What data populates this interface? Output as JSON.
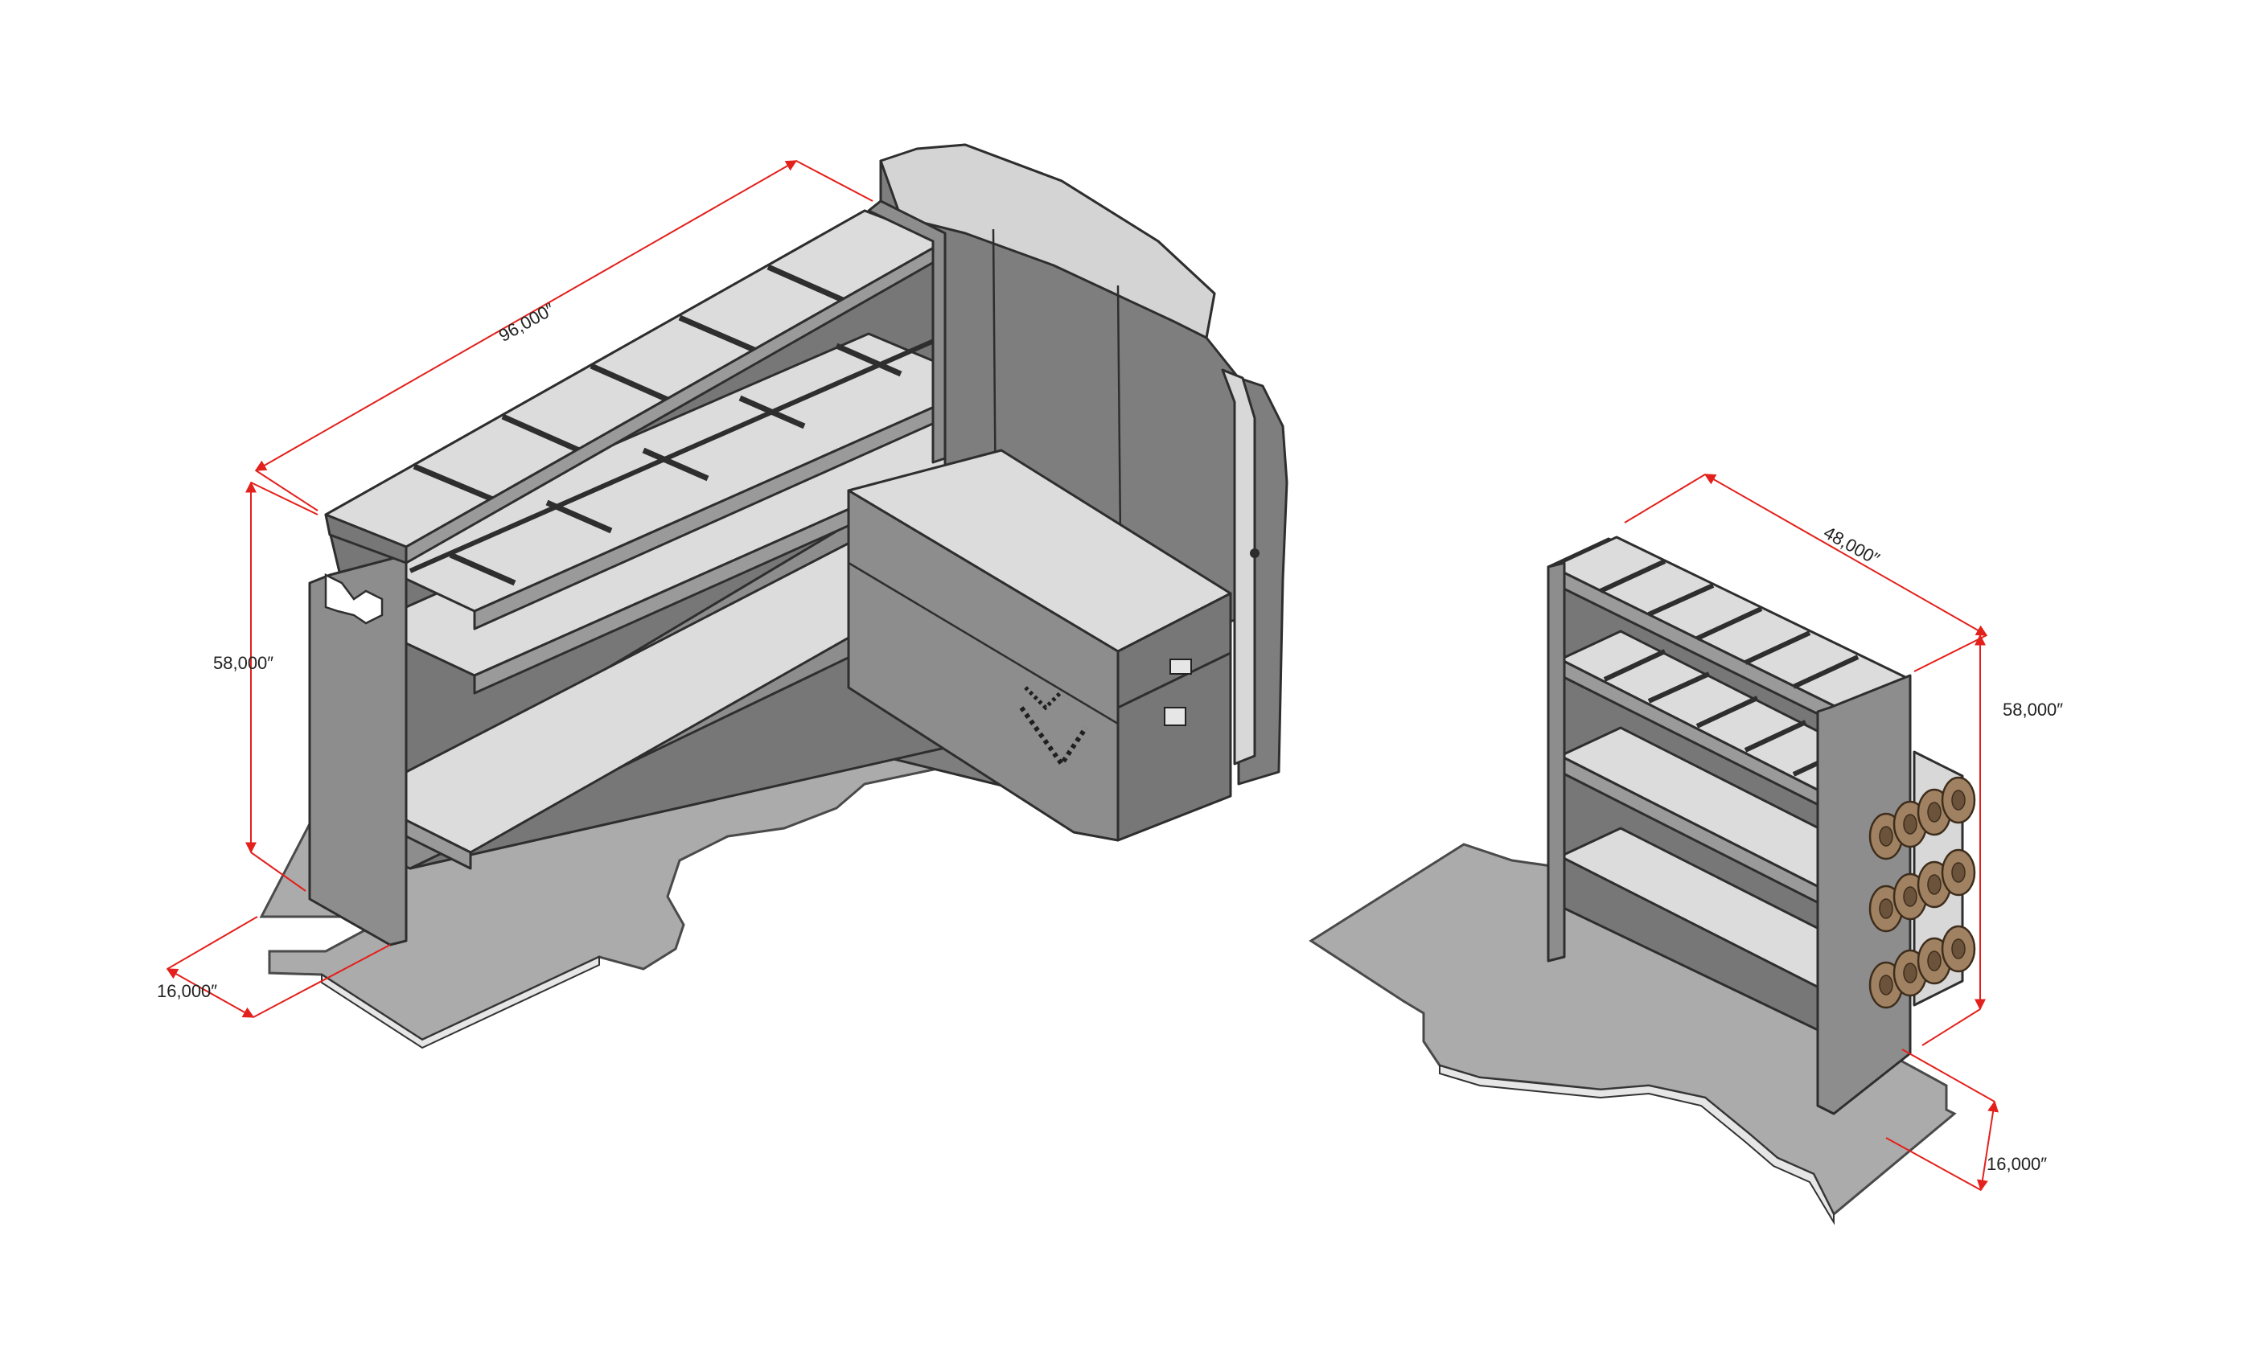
{
  "dimensions": {
    "left_unit": {
      "length": "96,000″",
      "height": "58,000″",
      "depth": "16,000″"
    },
    "right_unit": {
      "length": "48,000″",
      "height": "58,000″",
      "depth": "16,000″"
    }
  },
  "colors": {
    "dimension_line": "#e3201b",
    "steel": "#8d8d8d",
    "floor": "#ababab",
    "reel": "#a08262"
  }
}
